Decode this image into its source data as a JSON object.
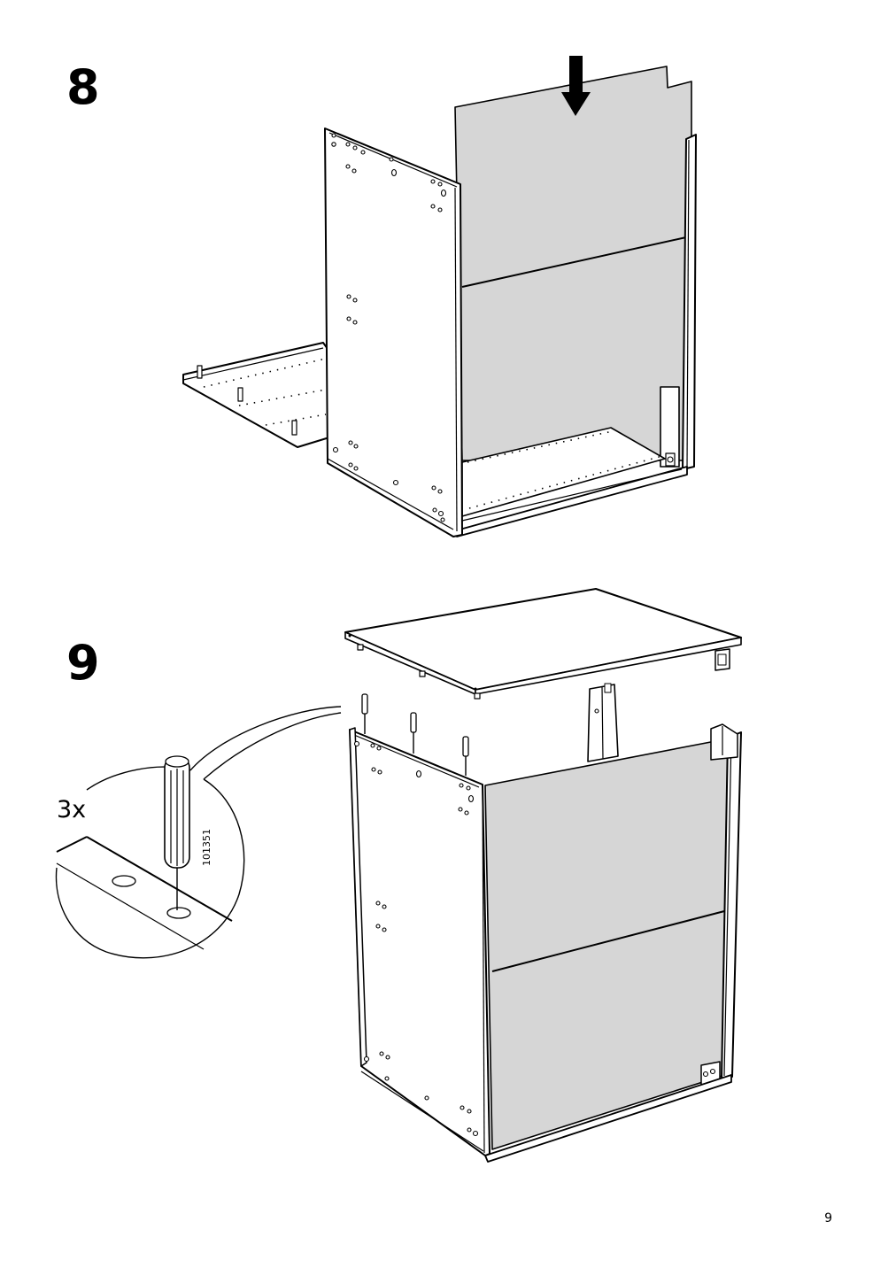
{
  "steps": [
    {
      "number": "8"
    },
    {
      "number": "9"
    }
  ],
  "detail": {
    "quantity": "3x",
    "part_number": "101351"
  },
  "page": {
    "number": "9"
  }
}
